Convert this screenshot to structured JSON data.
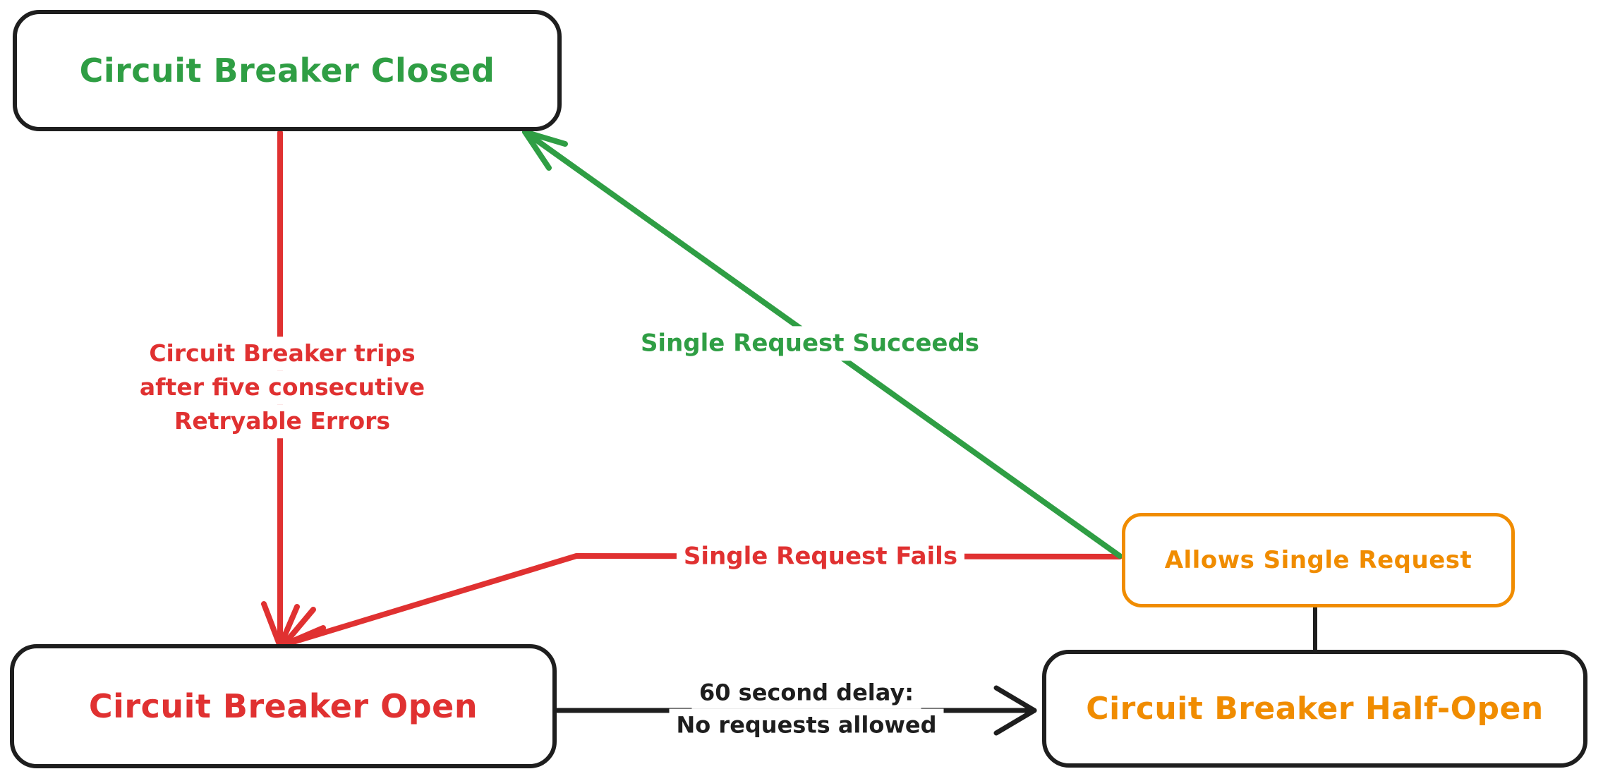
{
  "diagram": {
    "type": "state-diagram",
    "subject": "Circuit Breaker pattern",
    "colors": {
      "closed_state": "#2f9e44",
      "open_state": "#e03131",
      "half_open_state": "#f08c00",
      "neutral_stroke": "#1e1e1e",
      "background": "#ffffff"
    },
    "nodes": {
      "closed": {
        "label": "Circuit Breaker Closed"
      },
      "open": {
        "label": "Circuit Breaker Open"
      },
      "half_open": {
        "label": "Circuit Breaker Half-Open"
      },
      "allows_single_request": {
        "label": "Allows Single Request"
      }
    },
    "edges": {
      "trip": {
        "from": "closed",
        "to": "open",
        "lines": [
          "Circuit Breaker trips",
          "after five consecutive",
          "Retryable Errors"
        ]
      },
      "succeeds": {
        "from": "allows_single_request",
        "to": "closed",
        "label": "Single Request Succeeds"
      },
      "fails": {
        "from": "allows_single_request",
        "to": "open",
        "label": "Single Request Fails"
      },
      "delay": {
        "from": "open",
        "to": "half_open",
        "lines": [
          "60 second delay:",
          "No requests allowed"
        ]
      },
      "half_open_connector": {
        "from": "half_open",
        "to": "allows_single_request",
        "label": ""
      }
    }
  }
}
